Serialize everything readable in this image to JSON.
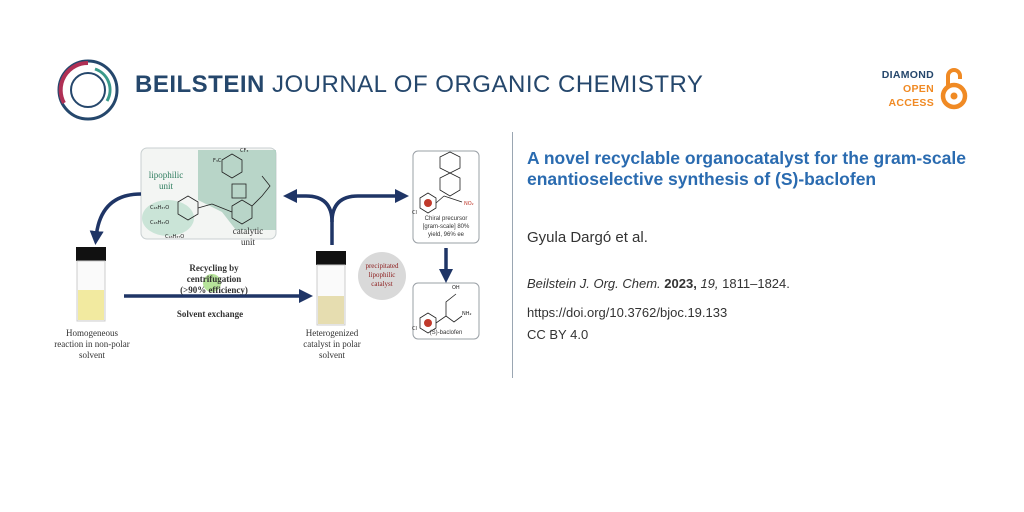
{
  "header": {
    "journal_bold": "BEILSTEIN",
    "journal_rest": " JOURNAL OF ORGANIC CHEMISTRY",
    "badge": {
      "line1": "DIAMOND",
      "line2": "OPEN",
      "line3": "ACCESS"
    },
    "colors": {
      "navy": "#25476c",
      "orange": "#f08a24",
      "crimson": "#b03055",
      "teal": "#3a9a8a"
    }
  },
  "article": {
    "title": "A novel recyclable organocatalyst for the gram-scale enantioselective synthesis of (S)-baclofen",
    "authors": "Gyula Dargó et al.",
    "citation_journal": "Beilstein J. Org. Chem.",
    "citation_year": "2023,",
    "citation_volume": "19,",
    "citation_pages": "1811–1824.",
    "doi": "https://doi.org/10.3762/bjoc.19.133",
    "license": "CC BY 4.0"
  },
  "graphic": {
    "lipophilic_unit": "lipophilic unit",
    "catalytic_unit": "catalytic unit",
    "recycling": "Recycling by centrifugation (>90% efficiency)",
    "solvent_exchange": "Solvent exchange",
    "homogeneous": "Homogeneous reaction in non-polar solvent",
    "heterogenized": "Heterogenized catalyst in polar solvent",
    "precipitated": "precipitated lipophilic catalyst",
    "chiral_precursor": "Chiral precursor [gram-scale] 80% yield, 96% ee",
    "product": "(S)-baclofen"
  }
}
